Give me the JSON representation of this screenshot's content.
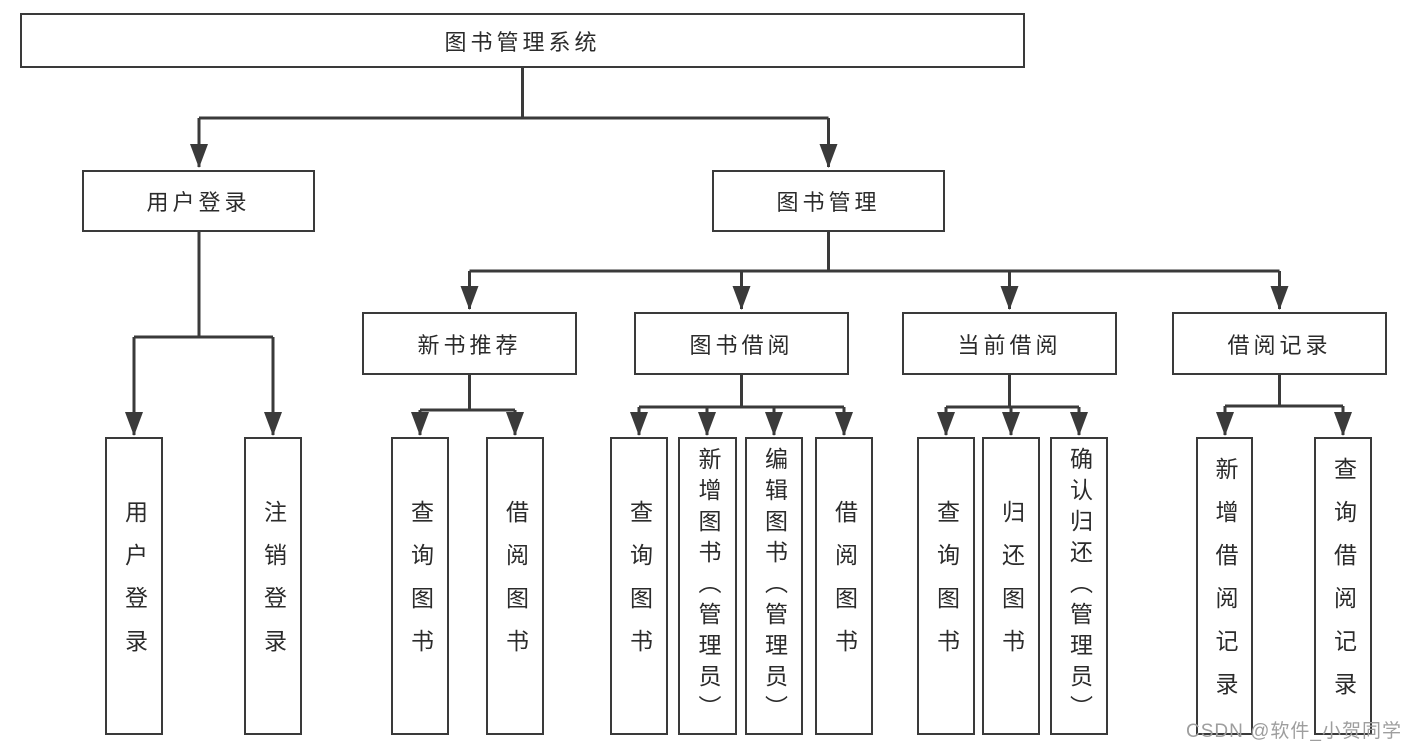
{
  "diagram": {
    "root": "图书管理系统",
    "level2": [
      {
        "label": "用户登录",
        "children": [
          "用户登录",
          "注销登录"
        ]
      },
      {
        "label": "图书管理",
        "children": [
          {
            "label": "新书推荐",
            "children": [
              "查询图书",
              "借阅图书"
            ]
          },
          {
            "label": "图书借阅",
            "children": [
              "查询图书",
              "新增图书（管理员）",
              "编辑图书（管理员）",
              "借阅图书"
            ]
          },
          {
            "label": "当前借阅",
            "children": [
              "查询图书",
              "归还图书",
              "确认归还（管理员）"
            ]
          },
          {
            "label": "借阅记录",
            "children": [
              "新增借阅记录",
              "查询借阅记录"
            ]
          }
        ]
      }
    ]
  },
  "watermark": "CSDN @软件_小贺同学",
  "colors": {
    "line": "#3a3a3a",
    "text": "#2b2b2b",
    "box_bg": "#ffffff",
    "watermark": "#9e9e9e"
  }
}
